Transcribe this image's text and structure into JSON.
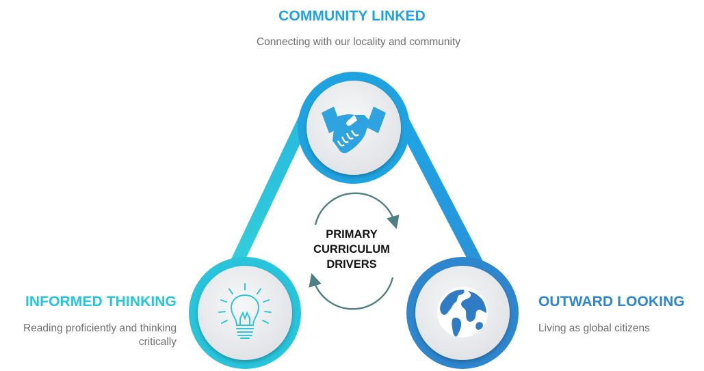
{
  "center": {
    "line1": "PRIMARY",
    "line2": "CURRICULUM",
    "line3": "DRIVERS"
  },
  "nodes": {
    "top": {
      "title": "COMMUNITY LINKED",
      "description": "Connecting with our locality and community",
      "icon": "handshake-icon",
      "color": "#1fa3e0"
    },
    "left": {
      "title": "INFORMED THINKING",
      "description": "Reading proficiently and thinking critically",
      "icon": "lightbulb-icon",
      "color": "#25c6db"
    },
    "right": {
      "title": "OUTWARD LOOKING",
      "description": "Living as global citizens",
      "icon": "globe-icon",
      "color": "#2e86cf"
    }
  },
  "colors": {
    "arrow": "#4e7f84",
    "edge_left": "#2fc7db",
    "edge_right": "#1a9ee0",
    "edge_bottom": "#2a80cf",
    "node_fill": "#eceef0"
  }
}
